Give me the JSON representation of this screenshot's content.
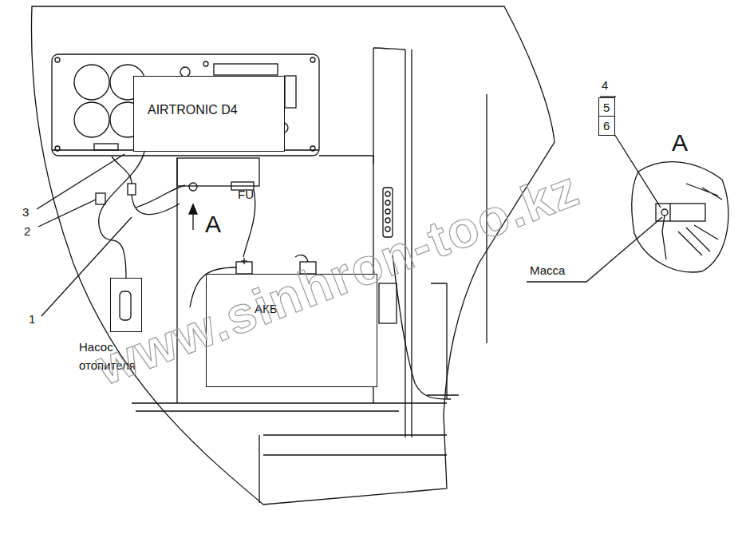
{
  "diagram": {
    "nodes": [
      {
        "text": [
          "AIRTRONIC D4"
        ]
      },
      {
        "text": [
          "АКБ"
        ]
      },
      {
        "text": [
          "Насос отопителя"
        ]
      },
      {
        "text": [
          "5"
        ]
      },
      {
        "text": [
          "6"
        ]
      }
    ],
    "edges": [
      {
        "from": 0,
        "to": 2,
        "arrow": "none"
      }
    ],
    "labels": [
      "3",
      "2",
      "1",
      "FU",
      "A",
      "4",
      "A",
      "Масса",
      "www.sinhron-too.kz"
    ]
  }
}
